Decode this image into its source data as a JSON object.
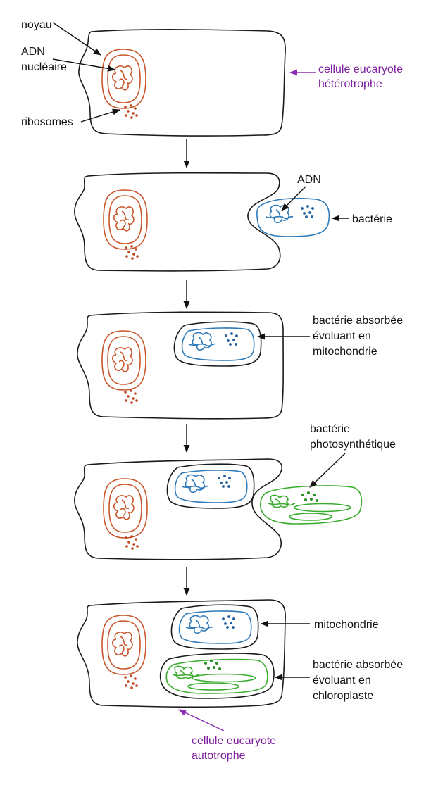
{
  "labels": {
    "noyau": "noyau",
    "adn_nucleaire_line1": "ADN",
    "adn_nucleaire_line2": "nucléaire",
    "ribosomes": "ribosomes",
    "cellule_heterotrophe_line1": "cellule eucaryote",
    "cellule_heterotrophe_line2": "hétérotrophe",
    "adn": "ADN",
    "bacterie": "bactérie",
    "absorbee_mito_line1": "bactérie absorbée",
    "absorbee_mito_line2": "évoluant en",
    "absorbee_mito_line3": "mitochondrie",
    "photo_line1": "bactérie",
    "photo_line2": "photosynthétique",
    "mitochondrie": "mitochondrie",
    "absorbee_chloro_line1": "bactérie absorbée",
    "absorbee_chloro_line2": "évoluant en",
    "absorbee_chloro_line3": "chloroplaste",
    "cellule_autotrophe_line1": "cellule eucaryote",
    "cellule_autotrophe_line2": "autotrophe"
  },
  "colors": {
    "cell_outline": "#1a1a1a",
    "nucleus": "#c8562a",
    "ribosome": "#c0451c",
    "bacteria": "#2f7ab8",
    "photosynthetic": "#3aab2e",
    "label_purple": "#7d1f9e"
  }
}
